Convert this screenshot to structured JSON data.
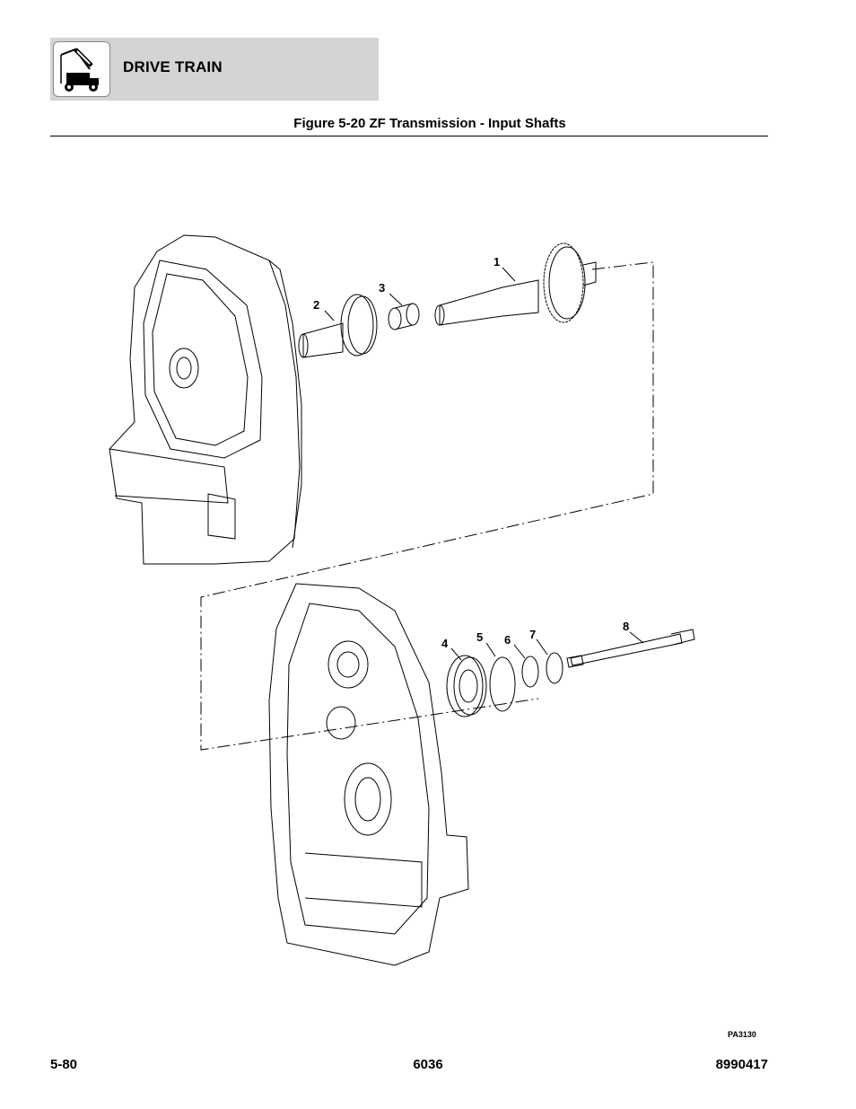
{
  "header": {
    "section_title": "DRIVE TRAIN",
    "icon": "drive-train-icon"
  },
  "figure": {
    "title": "Figure 5-20 ZF Transmission - Input Shafts",
    "callouts": [
      "1",
      "2",
      "3",
      "4",
      "5",
      "6",
      "7",
      "8"
    ],
    "illustration_id": "PA3130"
  },
  "footer": {
    "page_number": "5-80",
    "model": "6036",
    "part_number": "8990417"
  }
}
